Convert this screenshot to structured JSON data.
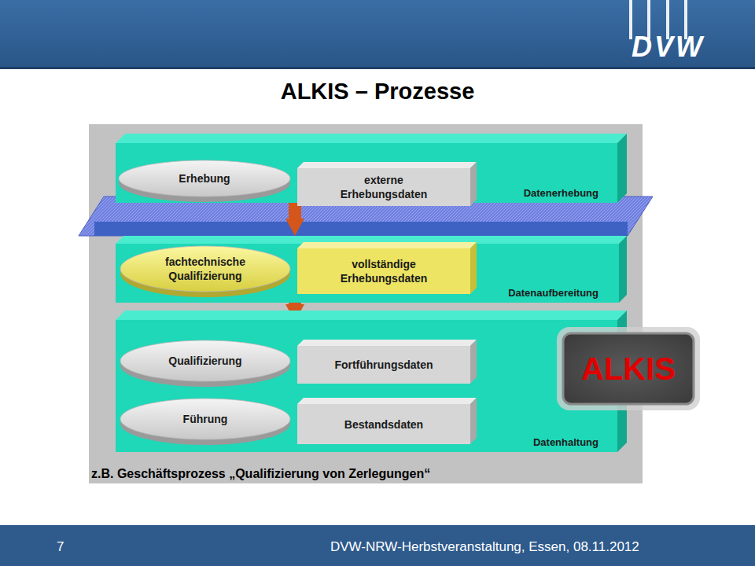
{
  "diagram": {
    "title": "ALKIS – Prozesse",
    "caption": "z.B. Geschäftsprozess „Qualifizierung von Zerlegungen“",
    "nodes": [
      {
        "text": [
          "Datenerhebung"
        ]
      },
      {
        "text": [
          "Erhebung"
        ],
        "in": 0
      },
      {
        "text": [
          "externe Erhebungsdaten"
        ],
        "in": 0
      },
      {
        "text": [
          "Datenaufbereitung"
        ]
      },
      {
        "text": [
          "fachtechnische Qualifizierung"
        ],
        "in": 3
      },
      {
        "text": [
          "vollständige Erhebungsdaten"
        ],
        "in": 3
      },
      {
        "text": [
          "Datenhaltung"
        ]
      },
      {
        "text": [
          "Qualifizierung"
        ],
        "in": 6
      },
      {
        "text": [
          "Fortführungsdaten"
        ],
        "in": 6
      },
      {
        "text": [
          "Führung"
        ],
        "in": 6
      },
      {
        "text": [
          "Bestandsdaten"
        ],
        "in": 6
      },
      {
        "text": [
          "ALKIS"
        ]
      }
    ],
    "edges": [
      {
        "from": 0,
        "to": 3,
        "arrow": "to"
      },
      {
        "from": 3,
        "to": 6,
        "arrow": "to"
      }
    ],
    "labels": [
      "DVW",
      "7",
      "DVW-NRW-Herbstveranstaltung, Essen, 08.11.2012"
    ]
  }
}
